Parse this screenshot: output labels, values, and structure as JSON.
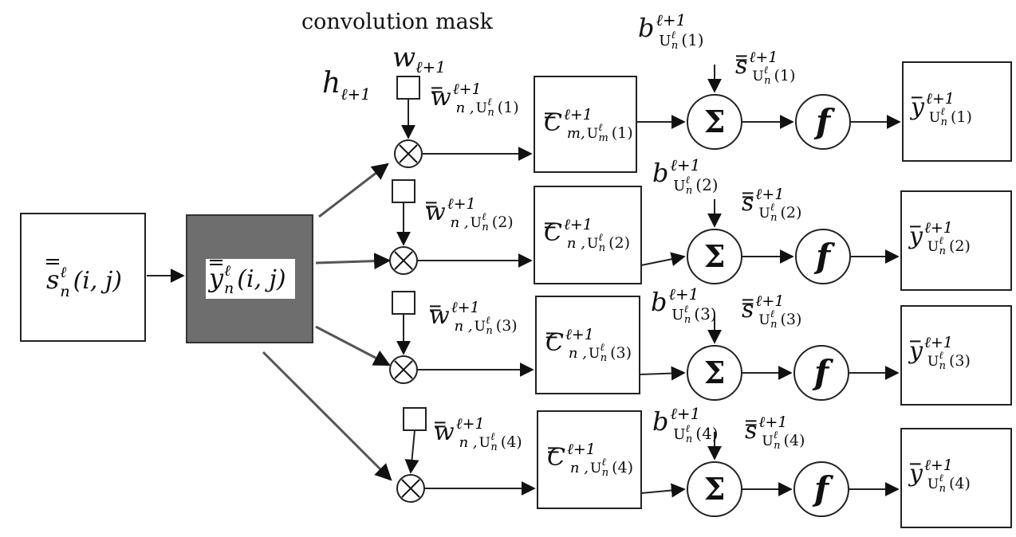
{
  "header": {
    "convolution_mask": "convolution mask",
    "w_base": "w",
    "w_sub": "ℓ+1",
    "h_base": "h",
    "h_sub": "ℓ+1"
  },
  "input": {
    "base": "s",
    "sup": "ℓ",
    "sub": "n",
    "args": "(i, j)"
  },
  "pool": {
    "base": "y",
    "sup": "ℓ",
    "sub": "n",
    "args": "(i, j)"
  },
  "symbols": {
    "sum": "Σ",
    "func": "f",
    "mult": "⊗"
  },
  "branches": [
    {
      "weight": {
        "base": "w",
        "sup": "ℓ+1",
        "sub": "n ,",
        "u": "U",
        "u_sup": "ℓ",
        "u_sub": "n",
        "idx": "(1)"
      },
      "conv": {
        "base": "C",
        "sup": "ℓ+1",
        "sub": "m,",
        "u": "U",
        "u_sup": "ℓ",
        "u_sub": "m",
        "idx": "(1)"
      },
      "bias": {
        "base": "b",
        "sup": "ℓ+1",
        "u": "U",
        "u_sup": "ℓ",
        "u_sub": "n",
        "idx": "(1)"
      },
      "sum": {
        "base": "s",
        "sup": "ℓ+1",
        "u": "U",
        "u_sup": "ℓ",
        "u_sub": "n",
        "idx": "(1)"
      },
      "out": {
        "base": "y",
        "sup": "ℓ+1",
        "u": "U",
        "u_sup": "ℓ",
        "u_sub": "n",
        "idx": "(1)"
      }
    },
    {
      "weight": {
        "base": "w",
        "sup": "ℓ+1",
        "sub": "n ,",
        "u": "U",
        "u_sup": "ℓ",
        "u_sub": "n",
        "idx": "(2)"
      },
      "conv": {
        "base": "C",
        "sup": "ℓ+1",
        "sub": "n ,",
        "u": "U",
        "u_sup": "ℓ",
        "u_sub": "n",
        "idx": "(2)"
      },
      "bias": {
        "base": "b",
        "sup": "ℓ+1",
        "u": "U",
        "u_sup": "ℓ",
        "u_sub": "n",
        "idx": "(2)"
      },
      "sum": {
        "base": "s",
        "sup": "ℓ+1",
        "u": "U",
        "u_sup": "ℓ",
        "u_sub": "n",
        "idx": "(2)"
      },
      "out": {
        "base": "y",
        "sup": "ℓ+1",
        "u": "U",
        "u_sup": "ℓ",
        "u_sub": "n",
        "idx": "(2)"
      }
    },
    {
      "weight": {
        "base": "w",
        "sup": "ℓ+1",
        "sub": "n ,",
        "u": "U",
        "u_sup": "ℓ",
        "u_sub": "n",
        "idx": "(3)"
      },
      "conv": {
        "base": "C",
        "sup": "ℓ+1",
        "sub": "n ,",
        "u": "U",
        "u_sup": "ℓ",
        "u_sub": "n",
        "idx": "(3)"
      },
      "bias": {
        "base": "b",
        "sup": "ℓ+1",
        "u": "U",
        "u_sup": "ℓ",
        "u_sub": "n",
        "idx": "(3)"
      },
      "sum": {
        "base": "s",
        "sup": "ℓ+1",
        "u": "U",
        "u_sup": "ℓ",
        "u_sub": "n",
        "idx": "(3)"
      },
      "out": {
        "base": "y",
        "sup": "ℓ+1",
        "u": "U",
        "u_sup": "ℓ",
        "u_sub": "n",
        "idx": "(3)"
      }
    },
    {
      "weight": {
        "base": "w",
        "sup": "ℓ+1",
        "sub": "n ,",
        "u": "U",
        "u_sup": "ℓ",
        "u_sub": "n",
        "idx": "(4)"
      },
      "conv": {
        "base": "C",
        "sup": "ℓ+1",
        "sub": "n ,",
        "u": "U",
        "u_sup": "ℓ",
        "u_sub": "n",
        "idx": "(4)"
      },
      "bias": {
        "base": "b",
        "sup": "ℓ+1",
        "u": "U",
        "u_sup": "ℓ",
        "u_sub": "n",
        "idx": "(4)"
      },
      "sum": {
        "base": "s",
        "sup": "ℓ+1",
        "u": "U",
        "u_sup": "ℓ",
        "u_sub": "n",
        "idx": "(4)"
      },
      "out": {
        "base": "y",
        "sup": "ℓ+1",
        "u": "U",
        "u_sup": "ℓ",
        "u_sub": "n",
        "idx": "(4)"
      }
    }
  ]
}
